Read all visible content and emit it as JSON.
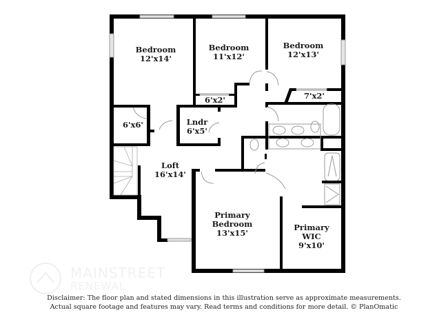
{
  "floor_plan": {
    "rooms": [
      {
        "id": "bedroom-1",
        "name": "Bedroom",
        "dimensions": "12'x14'"
      },
      {
        "id": "bedroom-2",
        "name": "Bedroom",
        "dimensions": "11'x12'"
      },
      {
        "id": "bedroom-3",
        "name": "Bedroom",
        "dimensions": "12'x13'"
      },
      {
        "id": "closet-1",
        "name": "",
        "dimensions": "6'x2'"
      },
      {
        "id": "closet-2",
        "name": "",
        "dimensions": "7'x2'"
      },
      {
        "id": "closet-3",
        "name": "",
        "dimensions": "6'x6'"
      },
      {
        "id": "laundry",
        "name": "Lndr",
        "dimensions": "6'x5'"
      },
      {
        "id": "loft",
        "name": "Loft",
        "dimensions": "16'x14'"
      },
      {
        "id": "primary-bedroom",
        "name_line1": "Primary",
        "name_line2": "Bedroom",
        "dimensions": "13'x15'"
      },
      {
        "id": "primary-wic",
        "name_line1": "Primary",
        "name_line2": "WIC",
        "dimensions": "9'x10'"
      }
    ],
    "colors": {
      "wall": "#000000",
      "window": "#d9d9d9",
      "fixture": "#8a8a8a",
      "background": "#ffffff"
    }
  },
  "watermark": {
    "brand_main": "MAINSTREET",
    "brand_sub": "RENEWAL"
  },
  "disclaimer": {
    "line1": "Disclaimer: The floor plan and stated dimensions in this illustration serve as approximate measurements.",
    "line2": "Actual square footage and features may vary. Read terms and conditions for more detail. © PlanOmatic"
  }
}
